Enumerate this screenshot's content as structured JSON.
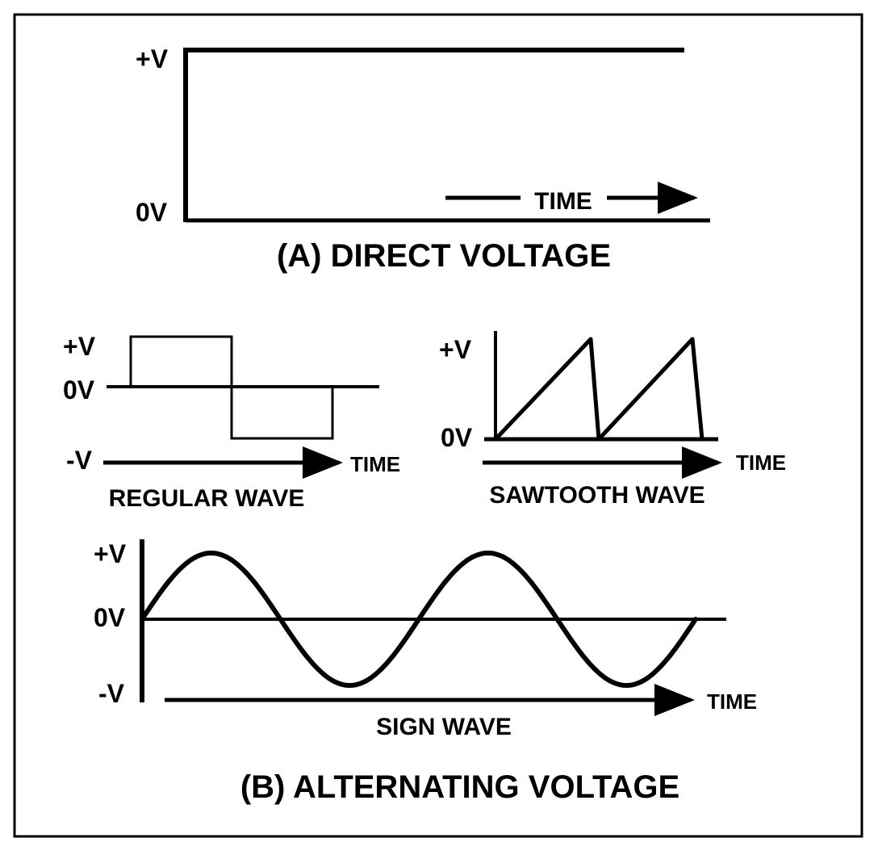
{
  "direct": {
    "pos_label": "+V",
    "zero_label": "0V",
    "time_label": "TIME",
    "title": "(A) DIRECT VOLTAGE"
  },
  "regular": {
    "pos_label": "+V",
    "zero_label": "0V",
    "neg_label": "-V",
    "time_label": "TIME",
    "caption": "REGULAR WAVE"
  },
  "sawtooth": {
    "pos_label": "+V",
    "zero_label": "0V",
    "time_label": "TIME",
    "caption": "SAWTOOTH WAVE"
  },
  "sine": {
    "pos_label": "+V",
    "zero_label": "0V",
    "neg_label": "-V",
    "time_label": "TIME",
    "caption": "SIGN WAVE"
  },
  "alternating": {
    "title": "(B) ALTERNATING VOLTAGE"
  },
  "colors": {
    "ink": "#000000",
    "background": "#ffffff"
  }
}
